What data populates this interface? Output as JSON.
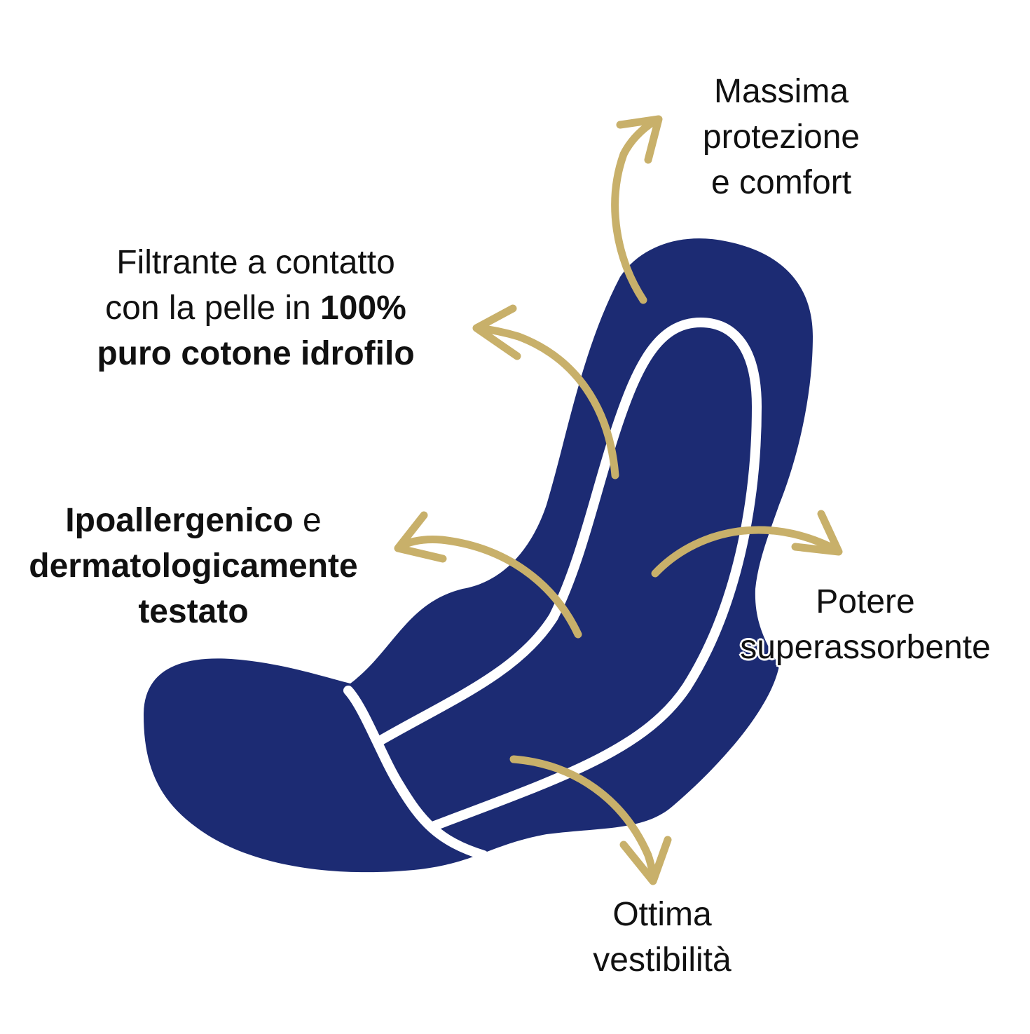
{
  "colors": {
    "pad_fill": "#1c2b73",
    "pad_outline": "#ffffff",
    "arrow": "#c8b06a",
    "text": "#111111",
    "background": "#ffffff"
  },
  "features": {
    "protection": {
      "line1": "Massima",
      "line2": "protezione",
      "line3": "e comfort"
    },
    "filtering": {
      "line1": "Filtrante a contatto",
      "line2_regular": "con la pelle in ",
      "line2_bold": "100%",
      "line3_bold": "puro cotone idrofilo"
    },
    "hypoallergenic": {
      "line1_bold": "Ipoallergenico",
      "line1_regular": " e",
      "line2_bold": "dermatologicamente",
      "line3_bold": "testato"
    },
    "absorbent": {
      "line1": "Potere",
      "line2": "superassorbente"
    },
    "fit": {
      "line1": "Ottima",
      "line2": "vestibilità"
    }
  }
}
